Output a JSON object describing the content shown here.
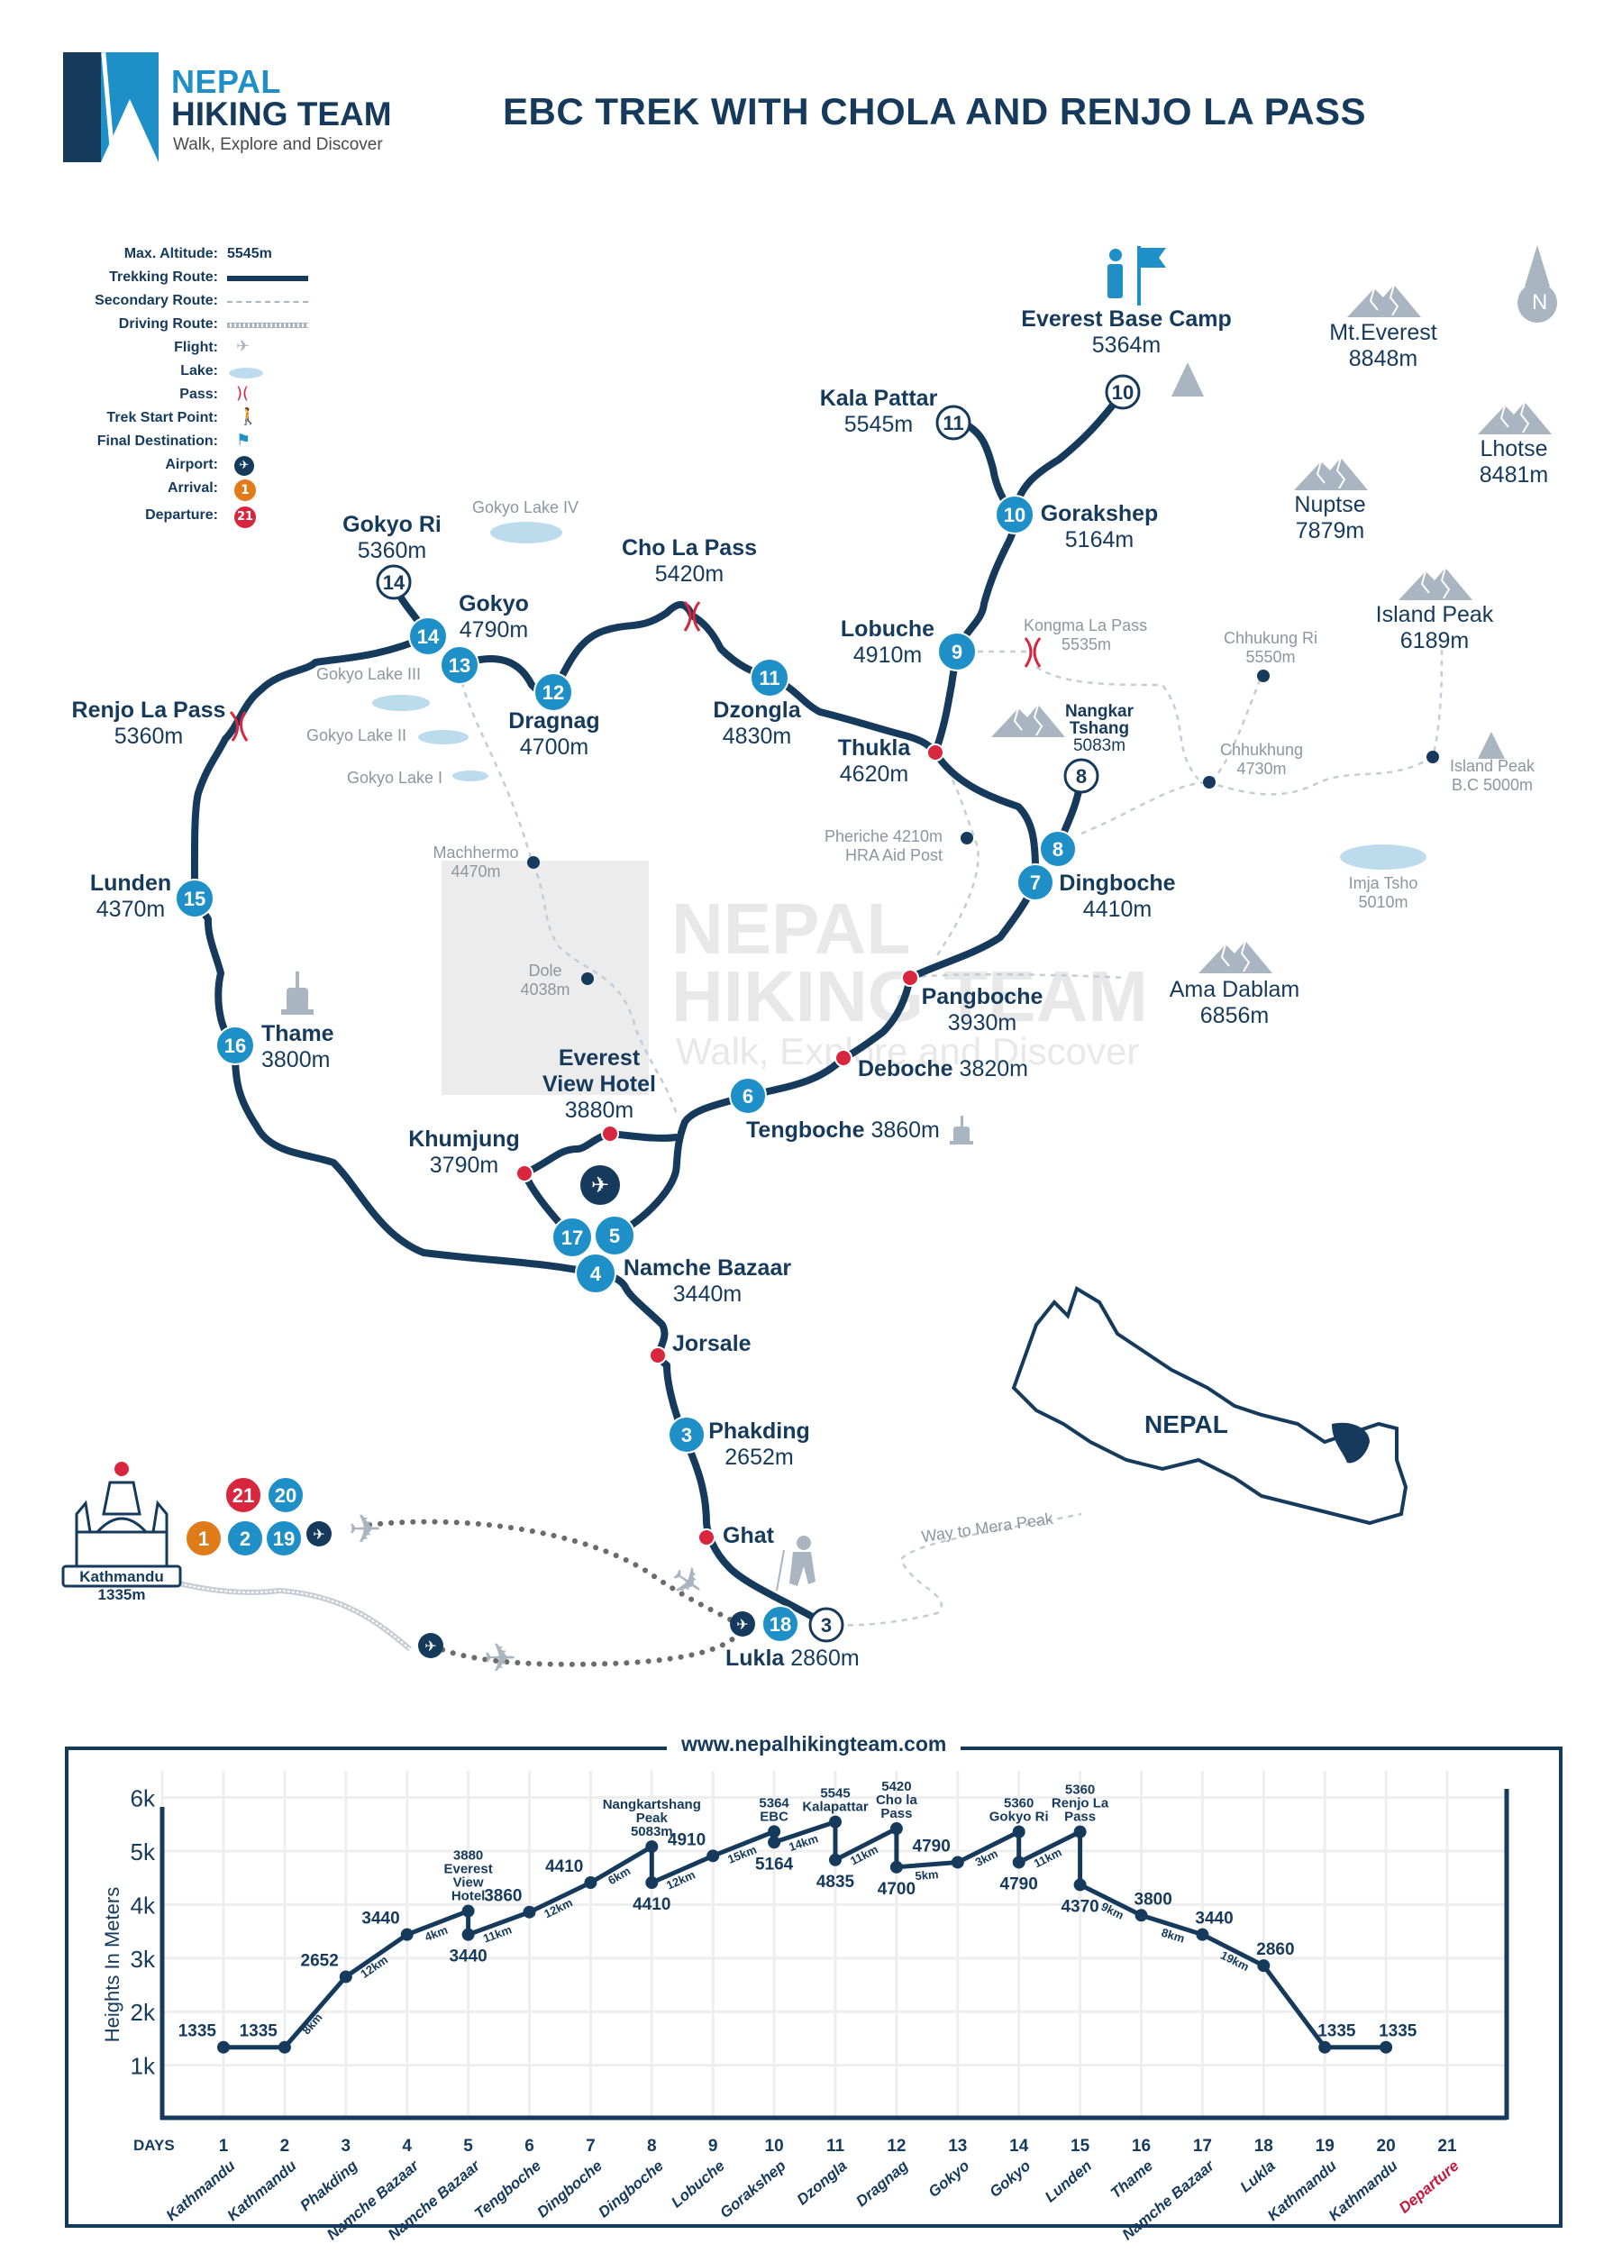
{
  "brand": {
    "name_line1": "NEPAL",
    "name_line2": "HIKING TEAM",
    "tagline": "Walk, Explore and Discover",
    "colors": {
      "navy": "#163a5c",
      "blue": "#1f8fc8",
      "red": "#d7263d",
      "orange": "#e07b1a",
      "grey": "#a9b5c1",
      "lake": "#bcdcee"
    }
  },
  "title": "EBC TREK WITH CHOLA AND RENJO LA PASS",
  "legend": {
    "items": [
      {
        "label": "Max. Altitude:",
        "value": "5545m",
        "icon": "text"
      },
      {
        "label": "Trekking Route:",
        "icon": "solid-line-icon"
      },
      {
        "label": "Secondary Route:",
        "icon": "dashed-line-icon"
      },
      {
        "label": "Driving Route:",
        "icon": "road-icon"
      },
      {
        "label": "Flight:",
        "icon": "plane-icon"
      },
      {
        "label": "Lake:",
        "icon": "lake-icon"
      },
      {
        "label": "Pass:",
        "icon": "pass-icon"
      },
      {
        "label": "Trek Start Point:",
        "icon": "hiker-icon"
      },
      {
        "label": "Final Destination:",
        "icon": "flag-person-icon"
      },
      {
        "label": "Airport:",
        "icon": "airport-icon"
      },
      {
        "label": "Arrival:",
        "value": "1",
        "icon": "arrival-badge"
      },
      {
        "label": "Departure:",
        "value": "21",
        "icon": "departure-badge"
      }
    ]
  },
  "map": {
    "compass": "N",
    "destinations": {
      "ebc": {
        "name": "Everest Base Camp",
        "alt": "5364m"
      },
      "kala_pattar": {
        "name": "Kala Pattar",
        "alt": "5545m"
      },
      "gorakshep": {
        "name": "Gorakshep",
        "alt": "5164m"
      },
      "lobuche": {
        "name": "Lobuche",
        "alt": "4910m"
      },
      "thukla": {
        "name": "Thukla",
        "alt": "4620m"
      },
      "dzongla": {
        "name": "Dzongla",
        "alt": "4830m"
      },
      "cho_la": {
        "name": "Cho La Pass",
        "alt": "5420m"
      },
      "dragnag": {
        "name": "Dragnag",
        "alt": "4700m"
      },
      "gokyo": {
        "name": "Gokyo",
        "alt": "4790m"
      },
      "gokyo_ri": {
        "name": "Gokyo Ri",
        "alt": "5360m"
      },
      "renjo": {
        "name": "Renjo La Pass",
        "alt": "5360m"
      },
      "lunden": {
        "name": "Lunden",
        "alt": "4370m"
      },
      "thame": {
        "name": "Thame",
        "alt": "3800m"
      },
      "khumjung": {
        "name": "Khumjung",
        "alt": "3790m"
      },
      "ev_hotel": {
        "name1": "Everest",
        "name2": "View Hotel",
        "alt": "3880m"
      },
      "namche": {
        "name": "Namche Bazaar",
        "alt": "3440m"
      },
      "jorsale": {
        "name": "Jorsale"
      },
      "phakding": {
        "name": "Phakding",
        "alt": "2652m"
      },
      "ghat": {
        "name": "Ghat"
      },
      "lukla": {
        "name": "Lukla",
        "alt": "2860m"
      },
      "tengboche": {
        "name": "Tengboche",
        "alt": "3860m"
      },
      "deboche": {
        "name": "Deboche",
        "alt": "3820m"
      },
      "pangboche": {
        "name": "Pangboche",
        "alt": "3930m"
      },
      "dingboche": {
        "name": "Dingboche",
        "alt": "4410m"
      },
      "nangkar": {
        "name1": "Nangkar",
        "name2": "Tshang",
        "alt": "5083m"
      },
      "kathmandu": {
        "name": "Kathmandu",
        "alt": "1335m"
      }
    },
    "peaks": [
      {
        "name": "Mt.Everest",
        "alt": "8848m"
      },
      {
        "name": "Lhotse",
        "alt": "8481m"
      },
      {
        "name": "Nuptse",
        "alt": "7879m"
      },
      {
        "name": "Island Peak",
        "alt": "6189m"
      },
      {
        "name": "Ama Dablam",
        "alt": "6856m"
      }
    ],
    "minor": {
      "gokyo_lake_4": "Gokyo Lake IV",
      "gokyo_lake_3": "Gokyo Lake III",
      "gokyo_lake_2": "Gokyo Lake II",
      "gokyo_lake_1": "Gokyo Lake I",
      "machhermo": {
        "name": "Machhermo",
        "alt": "4470m"
      },
      "dole": {
        "name": "Dole",
        "alt": "4038m"
      },
      "pheriche": {
        "name": "Pheriche 4210m",
        "sub": "HRA Aid Post"
      },
      "kongma": {
        "name": "Kongma La Pass",
        "alt": "5535m"
      },
      "chhukung_ri": {
        "name": "Chhukung Ri",
        "alt": "5550m"
      },
      "chhukhung": {
        "name": "Chhukhung",
        "alt": "4730m"
      },
      "island_bc": {
        "name": "Island Peak",
        "alt": "B.C 5000m"
      },
      "imja": {
        "name": "Imja Tsho",
        "alt": "5010m"
      },
      "mera": "Way to Mera Peak"
    },
    "day_markers": [
      "1",
      "2",
      "19",
      "20",
      "21",
      "18",
      "3",
      "3",
      "4",
      "5",
      "17",
      "6",
      "7",
      "8",
      "8",
      "9",
      "10",
      "10",
      "11",
      "11",
      "12",
      "13",
      "14",
      "14",
      "15",
      "16"
    ],
    "inset": {
      "label": "NEPAL"
    },
    "watermark": {
      "line1": "NEPAL",
      "line2": "HIKING TEAM",
      "line3": "Walk, Explore and Discover"
    }
  },
  "chart_data": {
    "type": "line",
    "title": "www.nepalhikingteam.com",
    "xlabel": "DAYS",
    "ylabel": "Heights In Meters",
    "yticks": [
      "1k",
      "2k",
      "3k",
      "4k",
      "5k",
      "6k"
    ],
    "ylim": [
      0,
      6500
    ],
    "grid": true,
    "categories": [
      "1",
      "2",
      "3",
      "4",
      "5",
      "6",
      "7",
      "8",
      "9",
      "10",
      "11",
      "12",
      "13",
      "14",
      "15",
      "16",
      "17",
      "18",
      "19",
      "20",
      "21"
    ],
    "day_places": [
      "Kathmandu",
      "Kathmandu",
      "Phakding",
      "Namche Bazaar",
      "Namche Bazaar",
      "Tengboche",
      "Dingboche",
      "Dingboche",
      "Lobuche",
      "Gorakshep",
      "Dzongla",
      "Dragnag",
      "Gokyo",
      "Gokyo",
      "Lunden",
      "Thame",
      "Namche Bazaar",
      "Lukla",
      "Kathmandu",
      "Kathmandu",
      "Departure"
    ],
    "points": [
      {
        "day": 1,
        "alt": 1335,
        "label": "1335"
      },
      {
        "day": 2,
        "alt": 1335,
        "label": "1335"
      },
      {
        "day": 3,
        "alt": 2652,
        "label": "2652"
      },
      {
        "day": 4,
        "alt": 3440,
        "label": "3440"
      },
      {
        "day": 5,
        "alt": 3880,
        "label": "3880 Everest View Hotel"
      },
      {
        "day": 5,
        "alt": 3440,
        "label": "3440"
      },
      {
        "day": 6,
        "alt": 3860,
        "label": "3860"
      },
      {
        "day": 7,
        "alt": 4410,
        "label": "4410"
      },
      {
        "day": 8,
        "alt": 5083,
        "label": "Nangkartshang Peak 5083m"
      },
      {
        "day": 8,
        "alt": 4410,
        "label": "4410"
      },
      {
        "day": 9,
        "alt": 4910,
        "label": "4910"
      },
      {
        "day": 10,
        "alt": 5364,
        "label": "5364 EBC"
      },
      {
        "day": 10,
        "alt": 5164,
        "label": "5164"
      },
      {
        "day": 11,
        "alt": 5545,
        "label": "5545 Kalapattar"
      },
      {
        "day": 11,
        "alt": 4835,
        "label": "4835"
      },
      {
        "day": 12,
        "alt": 5420,
        "label": "5420 Cho la Pass"
      },
      {
        "day": 12,
        "alt": 4700,
        "label": "4700"
      },
      {
        "day": 13,
        "alt": 4790,
        "label": "4790"
      },
      {
        "day": 14,
        "alt": 5360,
        "label": "5360 Gokyo Ri"
      },
      {
        "day": 14,
        "alt": 4790,
        "label": "4790"
      },
      {
        "day": 15,
        "alt": 5360,
        "label": "5360 Renjo La Pass"
      },
      {
        "day": 15,
        "alt": 4370,
        "label": "4370"
      },
      {
        "day": 16,
        "alt": 3800,
        "label": "3800"
      },
      {
        "day": 17,
        "alt": 3440,
        "label": "3440"
      },
      {
        "day": 18,
        "alt": 2860,
        "label": "2860"
      },
      {
        "day": 19,
        "alt": 1335,
        "label": "1335"
      },
      {
        "day": 20,
        "alt": 1335,
        "label": "1335"
      }
    ],
    "distances": [
      "8km",
      "12km",
      "4km",
      "11km",
      "12km",
      "6km",
      "12km",
      "15km",
      "14km",
      "11km",
      "5km",
      "3km",
      "11km",
      "9km",
      "8km",
      "19km"
    ]
  }
}
